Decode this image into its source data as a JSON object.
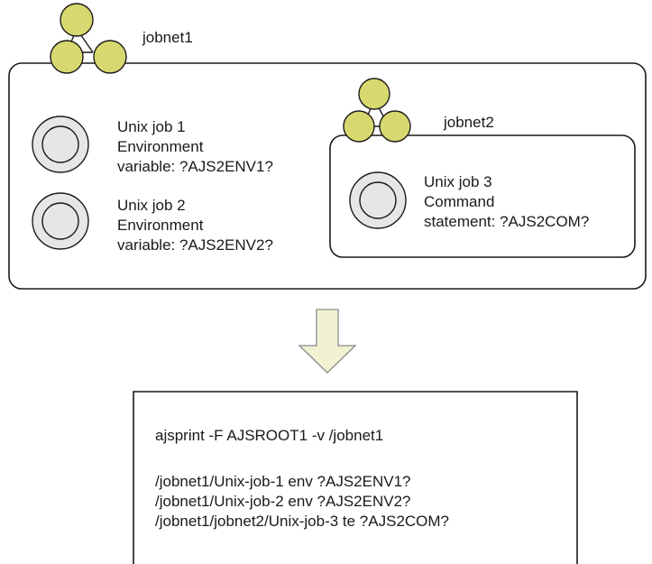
{
  "jobnet1": {
    "label": "jobnet1",
    "jobs": [
      {
        "name": "Unix job 1",
        "line2": "Environment",
        "line3": "variable: ?AJS2ENV1?"
      },
      {
        "name": "Unix job 2",
        "line2": "Environment",
        "line3": "variable: ?AJS2ENV2?"
      }
    ]
  },
  "jobnet2": {
    "label": "jobnet2",
    "jobs": [
      {
        "name": "Unix job 3",
        "line2": "Command",
        "line3": "statement: ?AJS2COM?"
      }
    ]
  },
  "output": {
    "command": "ajsprint -F AJSROOT1 -v /jobnet1",
    "lines": [
      "/jobnet1/Unix-job-1 env ?AJS2ENV1?",
      "/jobnet1/Unix-job-2 env ?AJS2ENV2?",
      "/jobnet1/jobnet2/Unix-job-3 te ?AJS2COM?"
    ]
  },
  "colors": {
    "jobnet_icon_fill": "#d8d870",
    "arrow_fill": "#f0f2d2",
    "job_icon_fill": "#e6e6e6",
    "stroke": "#1a1a1a"
  }
}
